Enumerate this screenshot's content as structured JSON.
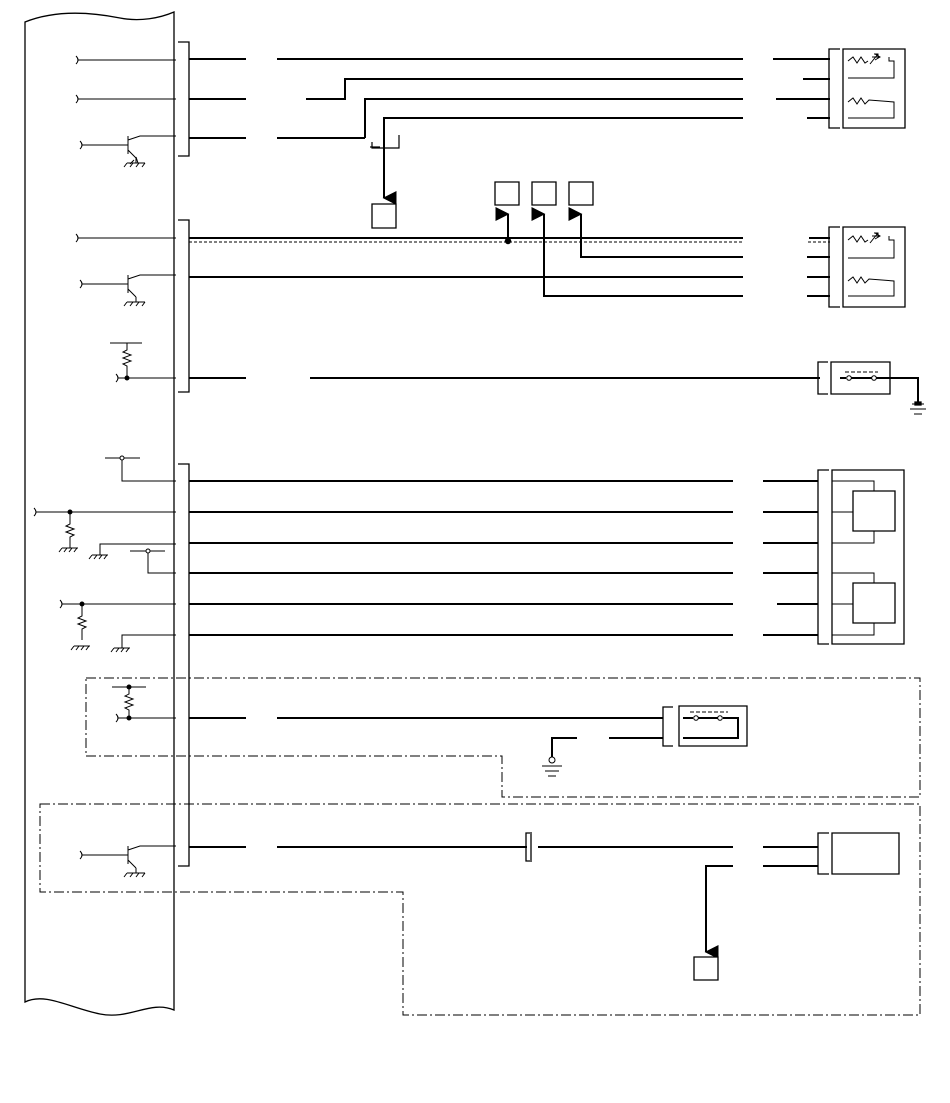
{
  "diagram": {
    "type": "wiring-schematic",
    "labels": [],
    "colors": {
      "ink": "#000000",
      "background": "#ffffff"
    },
    "sections": [
      {
        "id": "sensor-group-1",
        "wires": 3,
        "terminal": "dual-resistor-sensor"
      },
      {
        "id": "sensor-group-2",
        "wires": 4,
        "terminal": "dual-resistor-sensor",
        "test_points": 3
      },
      {
        "id": "switch-1",
        "wires": 1,
        "terminal": "switch-to-ground"
      },
      {
        "id": "dual-module",
        "wires": 6,
        "terminal": "two-module-block"
      },
      {
        "id": "switch-2",
        "wires": 1,
        "terminal": "switch-to-ground",
        "boundary": "dash-dot"
      },
      {
        "id": "actuator",
        "wires": 2,
        "terminal": "single-module-block",
        "boundary": "dash-dot"
      }
    ]
  }
}
